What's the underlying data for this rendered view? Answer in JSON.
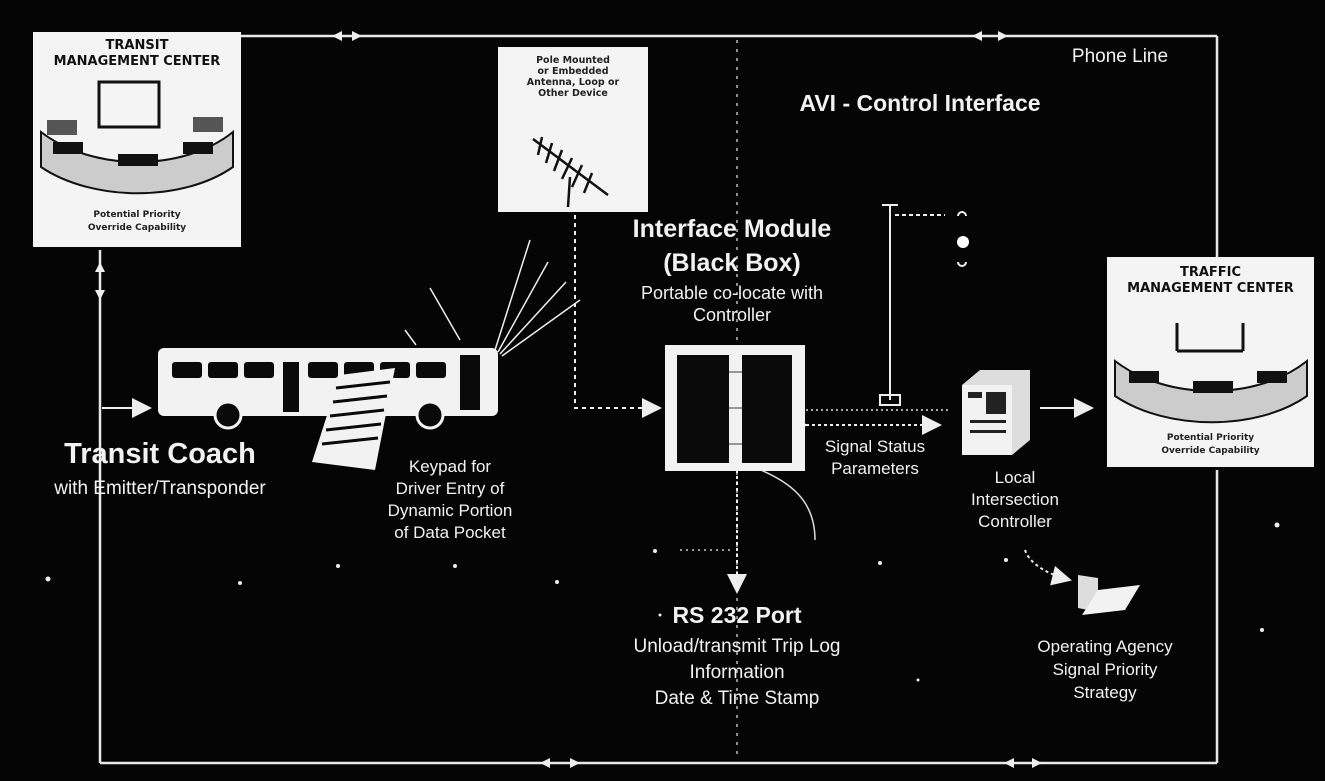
{
  "diagram": {
    "header_label": "AVI - Control Interface",
    "phone_line_label": "Phone Line",
    "transit_center": {
      "title_line1": "TRANSIT",
      "title_line2": "MANAGEMENT CENTER",
      "caption_line1": "Potential Priority",
      "caption_line2": "Override Capability"
    },
    "traffic_center": {
      "title_line1": "TRAFFIC",
      "title_line2": "MANAGEMENT CENTER",
      "caption_line1": "Potential Priority",
      "caption_line2": "Override Capability"
    },
    "antenna": {
      "line1": "Pole Mounted",
      "line2": "or Embedded",
      "line3": "Antenna, Loop or",
      "line4": "Other Device"
    },
    "interface_module": {
      "title_line1": "Interface Module",
      "title_line2": "(Black Box)",
      "sub_line1": "Portable co-locate with",
      "sub_line2": "Controller"
    },
    "transit_coach": {
      "title": "Transit Coach",
      "subtitle": "with Emitter/Transponder"
    },
    "keypad": {
      "line1": "Keypad for",
      "line2": "Driver Entry of",
      "line3": "Dynamic Portion",
      "line4": "of Data Pocket"
    },
    "signal_status": {
      "line1": "Signal Status",
      "line2": "Parameters"
    },
    "local_controller": {
      "line1": "Local",
      "line2": "Intersection",
      "line3": "Controller"
    },
    "rs232": {
      "title": "RS 232 Port",
      "line1": "Unload/transmit Trip Log",
      "line2": "Information",
      "line3": "Date & Time Stamp"
    },
    "operating_agency": {
      "line1": "Operating Agency",
      "line2": "Signal Priority",
      "line3": "Strategy"
    }
  }
}
